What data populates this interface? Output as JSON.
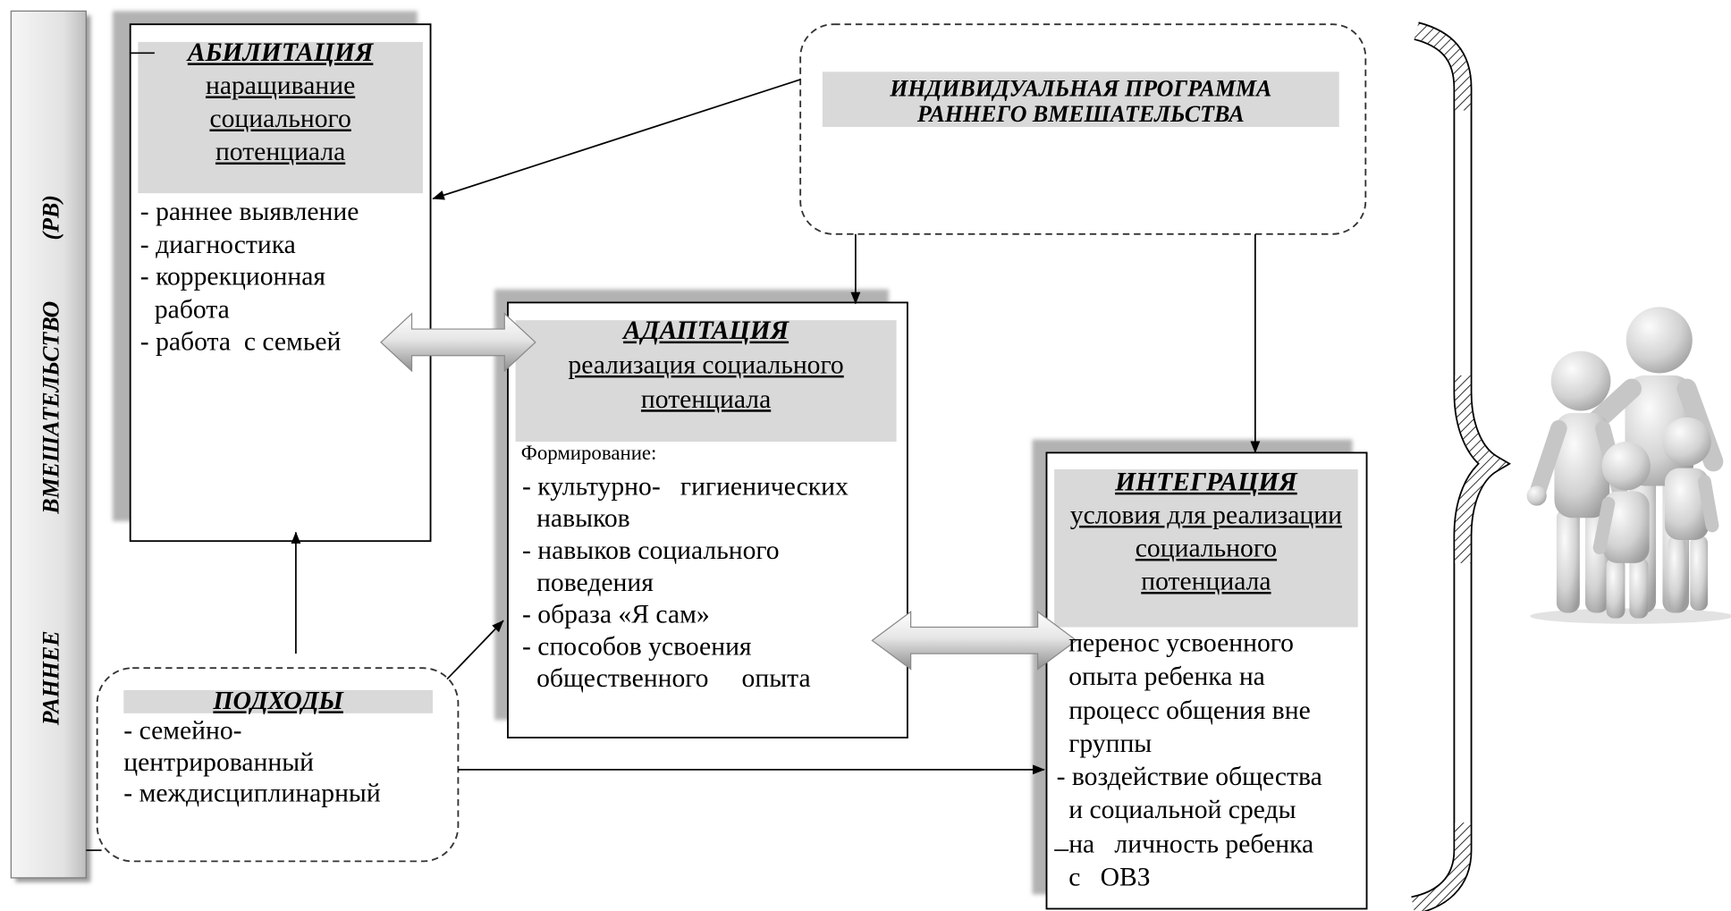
{
  "side_label": {
    "part1": "РАННЕЕ",
    "part2": "ВМЕШАТЕЛЬСТВО",
    "part3": "(РВ)"
  },
  "program": {
    "lines": [
      "ИНДИВИДУАЛЬНАЯ ПРОГРАММА",
      "РАННЕГО ВМЕШАТЕЛЬСТВА"
    ]
  },
  "abilitation": {
    "title": "АБИЛИТАЦИЯ",
    "subtitle": [
      "наращивание",
      "социального",
      "потенциала"
    ],
    "items": [
      "- раннее выявление",
      "- диагностика",
      "- коррекционная",
      "работа",
      "- работа  с семьей"
    ]
  },
  "adaptation": {
    "title": "АДАПТАЦИЯ",
    "subtitle": [
      "реализация социального",
      "потенциала"
    ],
    "lead": "Формирование:",
    "items": [
      "- культурно-   гигиенических",
      "навыков",
      "- навыков социального",
      "поведения",
      "- образа «Я сам»",
      "- способов усвоения",
      "общественного     опыта"
    ]
  },
  "integration": {
    "title": "ИНТЕГРАЦИЯ",
    "subtitle": [
      "условия для реализации",
      "социального",
      "потенциала"
    ],
    "items": [
      "перенос усвоенного",
      "опыта ребенка на",
      "процесс общения вне",
      "группы",
      "- воздействие общества",
      "и социальной среды",
      "на   личность ребенка",
      "с   ОВЗ"
    ]
  },
  "approaches": {
    "title": "ПОДХОДЫ",
    "items": [
      "- семейно-",
      "центрированный",
      "- междисциплинарный"
    ]
  },
  "colors": {
    "header_fill": "#d9d9d9",
    "shadow": "#b2b2b2",
    "ink": "#000000"
  }
}
